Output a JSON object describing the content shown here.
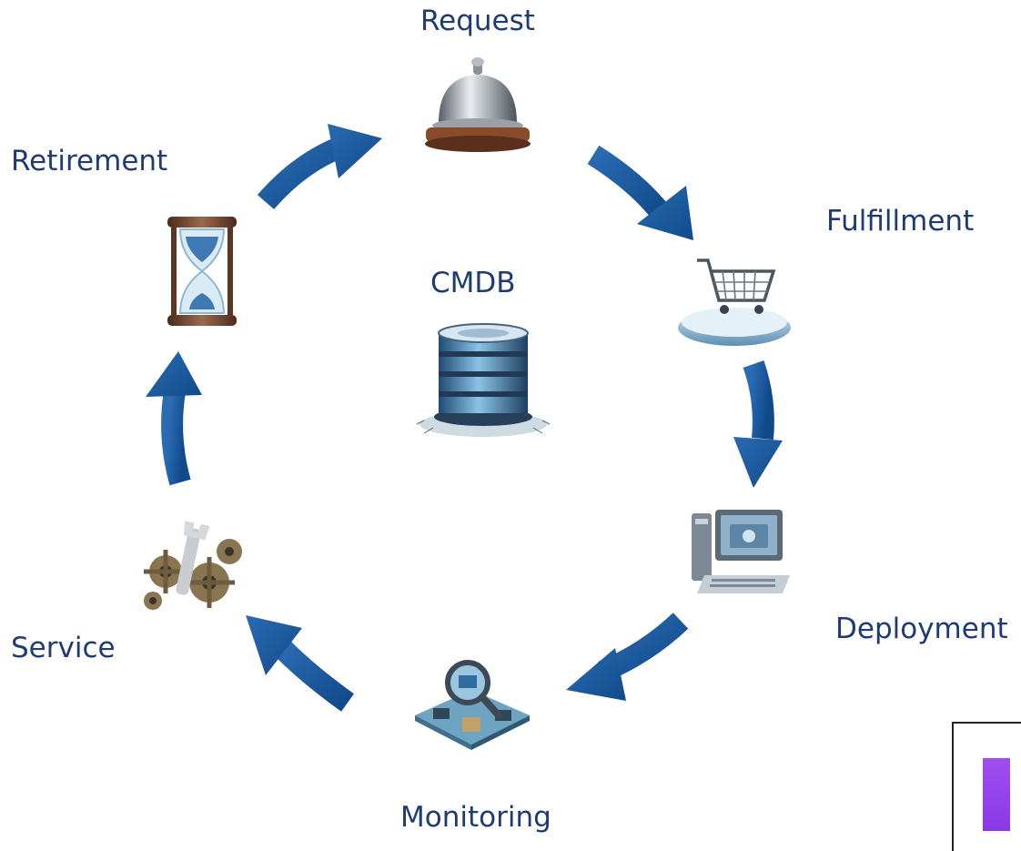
{
  "stages": {
    "request": "Request",
    "fulfillment": "Fulfillment",
    "deployment": "Deployment",
    "monitoring": "Monitoring",
    "service": "Service",
    "retirement": "Retirement"
  },
  "center": {
    "label": "CMDB"
  },
  "icons": {
    "request": "service-bell-icon",
    "fulfillment": "shopping-cart-icon",
    "deployment": "computer-station-icon",
    "monitoring": "magnifier-network-icon",
    "service": "gears-wrench-icon",
    "retirement": "hourglass-icon",
    "center": "database-icon"
  },
  "colors": {
    "arrow": "#1a5aa0",
    "label": "#1f3b73",
    "accent": "#9b4cf0"
  }
}
